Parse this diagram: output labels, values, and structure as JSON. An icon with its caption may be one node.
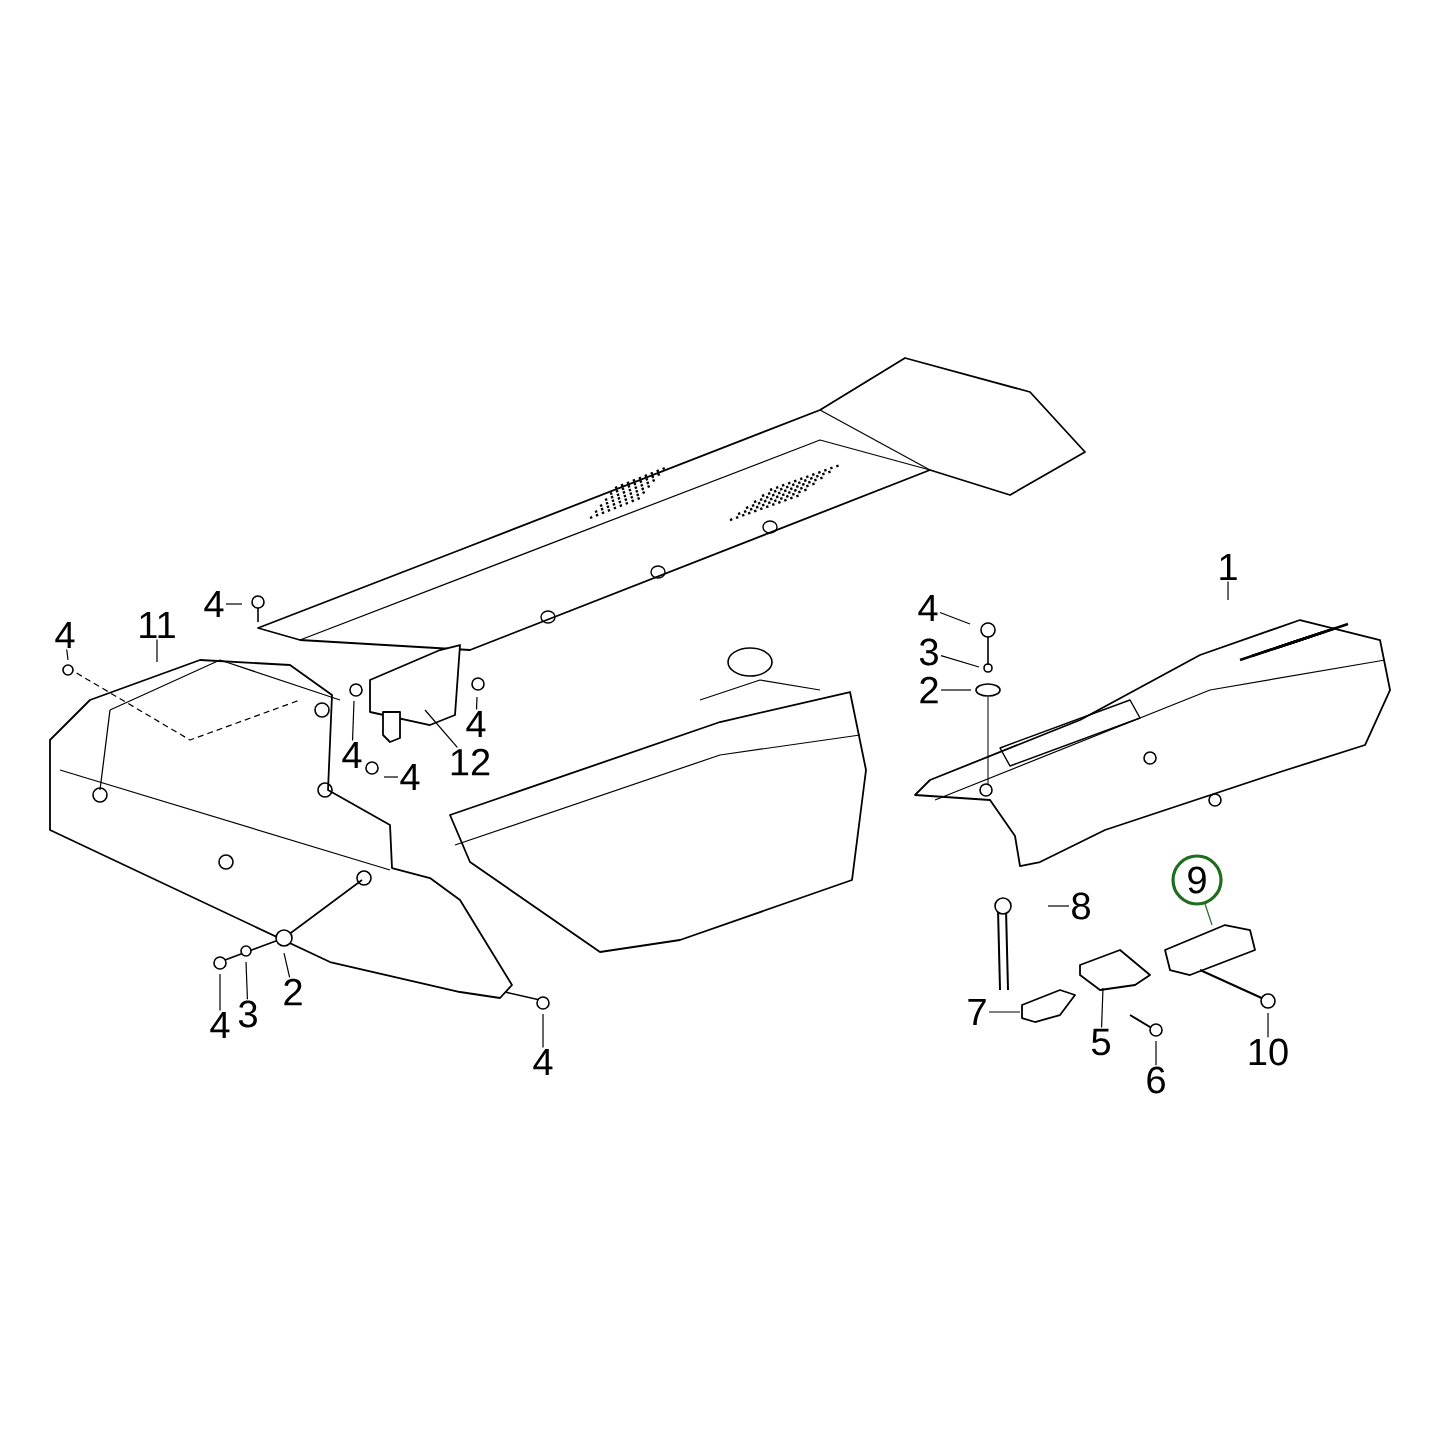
{
  "diagram": {
    "nodes": [
      {
        "text": [
          "1"
        ]
      },
      {
        "text": [
          "4"
        ]
      },
      {
        "text": [
          "4"
        ]
      },
      {
        "text": [
          "11"
        ]
      },
      {
        "text": [
          "4"
        ]
      },
      {
        "text": [
          "3"
        ]
      },
      {
        "text": [
          "2"
        ]
      },
      {
        "text": [
          "4"
        ]
      },
      {
        "text": [
          "12"
        ]
      },
      {
        "text": [
          "4"
        ]
      },
      {
        "text": [
          "4"
        ]
      },
      {
        "text": [
          "9"
        ]
      },
      {
        "text": [
          "8"
        ]
      },
      {
        "text": [
          "2"
        ]
      },
      {
        "text": [
          "3"
        ]
      },
      {
        "text": [
          "7"
        ]
      },
      {
        "text": [
          "4"
        ]
      },
      {
        "text": [
          "5"
        ]
      },
      {
        "text": [
          "10"
        ]
      },
      {
        "text": [
          "4"
        ]
      },
      {
        "text": [
          "6"
        ]
      }
    ],
    "edges": [
      {
        "from": 0,
        "to": null,
        "arrow": "none"
      },
      {
        "from": 1,
        "to": null,
        "arrow": "none"
      },
      {
        "from": 2,
        "to": null,
        "arrow": "none"
      },
      {
        "from": 3,
        "to": null,
        "arrow": "none"
      },
      {
        "from": 4,
        "to": null,
        "arrow": "none"
      },
      {
        "from": 5,
        "to": null,
        "arrow": "none"
      },
      {
        "from": 6,
        "to": null,
        "arrow": "none"
      },
      {
        "from": 7,
        "to": null,
        "arrow": "none"
      },
      {
        "from": 8,
        "to": null,
        "arrow": "none"
      },
      {
        "from": 9,
        "to": null,
        "arrow": "none"
      },
      {
        "from": 10,
        "to": null,
        "arrow": "none"
      },
      {
        "from": 11,
        "to": null,
        "arrow": "none",
        "color": "#1f6e1f"
      },
      {
        "from": 12,
        "to": null,
        "arrow": "none"
      },
      {
        "from": 13,
        "to": null,
        "arrow": "none"
      },
      {
        "from": 14,
        "to": null,
        "arrow": "none"
      },
      {
        "from": 15,
        "to": null,
        "arrow": "none"
      },
      {
        "from": 16,
        "to": null,
        "arrow": "none"
      },
      {
        "from": 17,
        "to": null,
        "arrow": "none"
      },
      {
        "from": 18,
        "to": null,
        "arrow": "none"
      },
      {
        "from": 19,
        "to": null,
        "arrow": "none"
      },
      {
        "from": 20,
        "to": null,
        "arrow": "none"
      }
    ]
  }
}
